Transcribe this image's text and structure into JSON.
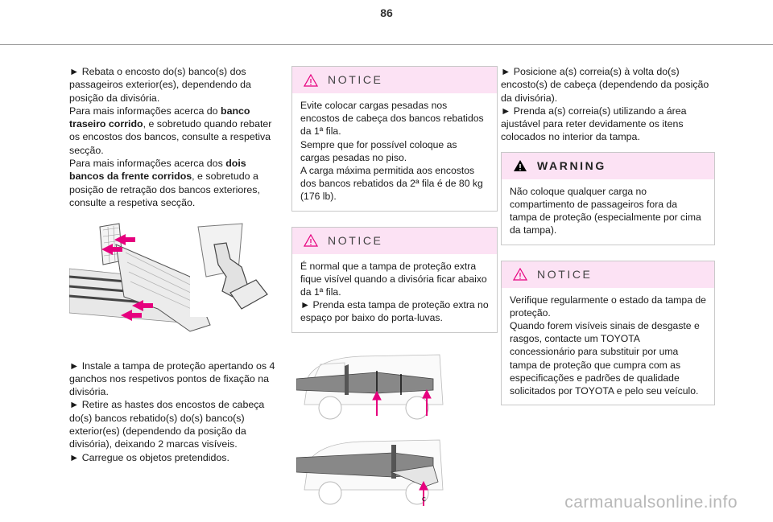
{
  "page": {
    "number": "86"
  },
  "col1": {
    "intro_1": "► Rebata o encosto do(s) banco(s) dos passageiros exterior(es), dependendo da posição da divisória.",
    "info_1_prefix": "Para mais informações acerca do ",
    "info_1_bold": "banco traseiro corrido",
    "info_1_suffix": ", e sobretudo quando rebater os encostos dos bancos, consulte a respetiva secção.",
    "info_2_prefix": "Para mais informações acerca dos ",
    "info_2_bold": "dois bancos da frente corridos",
    "info_2_suffix": ", e sobretudo a posição de retração dos bancos exteriores, consulte a respetiva secção.",
    "step_install": "► Instale a tampa de proteção apertando os 4 ganchos nos respetivos pontos de fixação na divisória.",
    "step_remove": "► Retire as hastes dos encostos de cabeça do(s) bancos rebatido(s) do(s) banco(s) exterior(es) (dependendo da posição da divisória), deixando 2 marcas visíveis.",
    "step_load": "► Carregue os objetos pretendidos."
  },
  "col2": {
    "notice_1": {
      "label": "NOTICE",
      "line_1": "Evite colocar cargas pesadas nos encostos de cabeça dos bancos rebatidos da 1ª fila.",
      "line_2": "Sempre que for possível coloque as cargas pesadas no piso.",
      "line_3": "A carga máxima permitida aos encostos dos bancos rebatidos da 2ª fila é de 80 kg (176 lb)."
    },
    "notice_2": {
      "label": "NOTICE",
      "line_1": "É normal que a tampa de proteção extra fique visível quando a divisória ficar abaixo da 1ª fila.",
      "line_2": "► Prenda esta tampa de proteção extra no espaço por baixo do porta-luvas."
    }
  },
  "col3": {
    "step_position": "► Posicione a(s) correia(s) à volta do(s) encosto(s) de cabeça (dependendo da posição da divisória).",
    "step_fasten": "► Prenda a(s) correia(s) utilizando a área ajustável para reter devidamente os itens colocados no interior da tampa.",
    "warning": {
      "label": "WARNING",
      "text": "Não coloque qualquer carga no compartimento de passageiros fora da tampa de proteção (especialmente por cima da tampa)."
    },
    "notice_3": {
      "label": "NOTICE",
      "line_1": "Verifique regularmente o estado da tampa de proteção.",
      "line_2": "Quando forem visíveis sinais de desgaste e rasgos, contacte um TOYOTA concessionário para substituir por uma tampa de proteção que cumpra com as especificações e padrões de qualidade solicitados por TOYOTA e pelo seu veículo."
    }
  },
  "figures": {
    "fig3_marker": "C"
  },
  "colors": {
    "notice_header": "#fce2f4",
    "arrow": "#e6007e",
    "warning_triangle": "#000000"
  },
  "watermark": "carmanualsonline.info"
}
